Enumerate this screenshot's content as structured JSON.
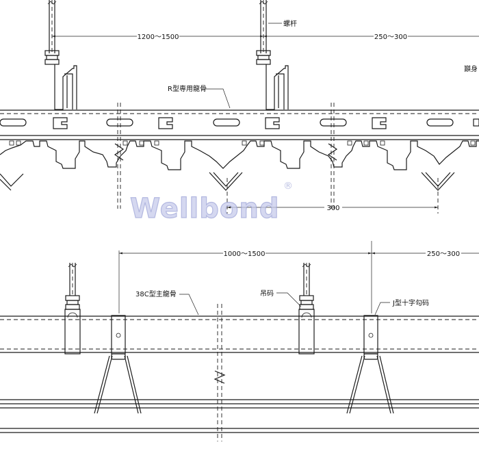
{
  "labels": {
    "rod": "螺杆",
    "r_keel": "R型専用龍骨",
    "cut_edge": "巓身",
    "main_keel": "38C型主龍骨",
    "hanger": "吊码",
    "j_hook": "J型十字勾码"
  },
  "dimensions": {
    "top_span": "1200～1500",
    "top_edge": "250～300",
    "top_pitch": "300",
    "bottom_span": "1000～1500",
    "bottom_edge": "250～300"
  },
  "watermark": {
    "text": "Wellbond",
    "mark": "®"
  },
  "colors": {
    "line": "#1a1a1a",
    "watermark": "#aab0dc"
  }
}
